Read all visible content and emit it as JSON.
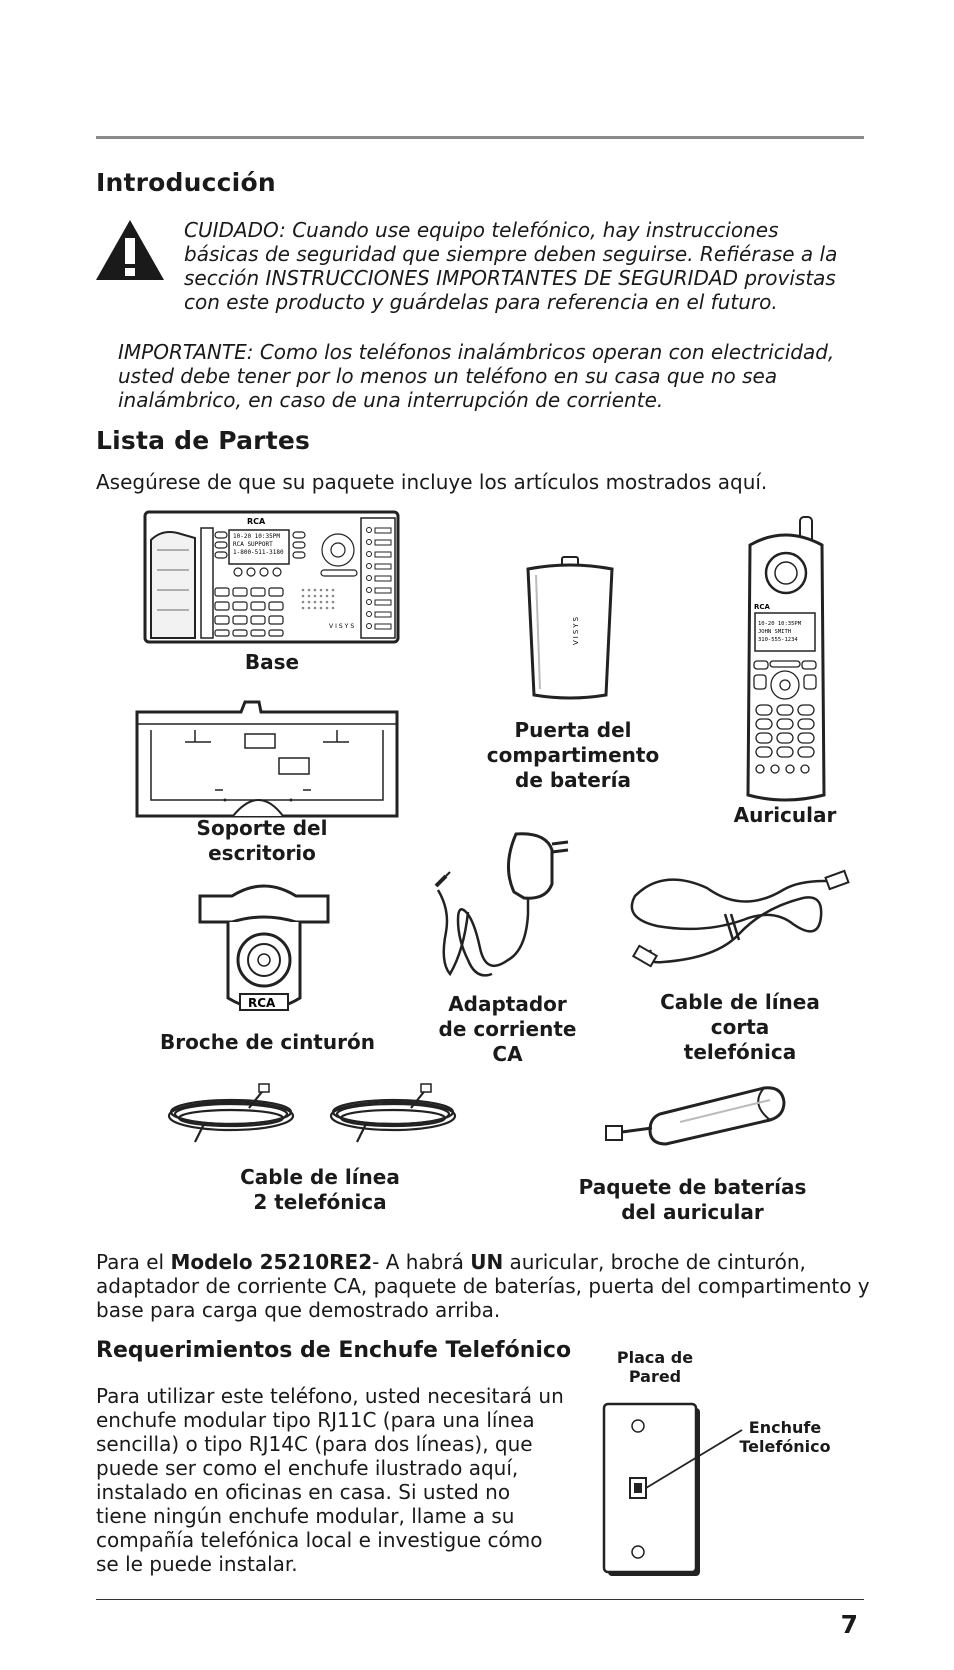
{
  "intro": {
    "title": "Introducción",
    "caution": "CUIDADO: Cuando use equipo telefónico, hay instrucciones básicas de seguridad que siempre deben seguirse. Refiérase a la sección INSTRUCCIONES IMPORTANTES DE SEGURIDAD provistas con este producto y guárdelas para referencia en el futuro.",
    "important": "IMPORTANTE: Como los teléfonos inalámbricos operan con electricidad, usted debe tener por lo menos un teléfono en su casa que no sea inalámbrico, en caso de una interrupción de corriente."
  },
  "parts": {
    "title": "Lista de Partes",
    "subtitle": "Asegúrese de que su paquete incluye los artículos mostrados aquí.",
    "items": {
      "base": "Base",
      "battery_door": "Puerta del\ncompartimento\nde batería",
      "handset": "Auricular",
      "desk_stand": "Soporte del\nescritorio",
      "belt_clip": "Broche de cinturón",
      "ac_adapter": "Adaptador\nde corriente\nCA",
      "short_cord": "Cable de línea corta\ntelefónica",
      "line_cords": "Cable de línea\n2 telefónica",
      "battery_pack": "Paquete de baterías\ndel auricular"
    },
    "model_note": {
      "prefix": "Para el ",
      "model": "Modelo 25210RE2",
      "mid": "- A habrá ",
      "un": "UN",
      "suffix": " auricular, broche de cinturón, adaptador de corriente CA, paquete de baterías, puerta del compartimento y base para carga que demostrado arriba."
    }
  },
  "jack": {
    "title": "Requerimientos de Enchufe Telefónico",
    "body": "Para utilizar este teléfono, usted necesitará un enchufe modular tipo RJ11C (para una línea sencilla) o tipo RJ14C (para dos líneas), que puede ser como el enchufe ilustrado aquí, instalado en oficinas en casa. Si usted no tiene ningún enchufe modular, llame a su compañía telefónica local e investigue cómo se le puede instalar.",
    "wall_plate_label": "Placa de\nPared",
    "jack_label": "Enchufe\nTelefónico"
  },
  "base_screen": [
    "10-20 10:35PM",
    "RCA SUPPORT",
    "1-800-511-3180"
  ],
  "handset_screen": [
    "10-20 10:35PM",
    "JOHN SMITH",
    "310-555-1234"
  ],
  "logo": "RCA",
  "base_brand": "VISYS",
  "page_number": "7"
}
